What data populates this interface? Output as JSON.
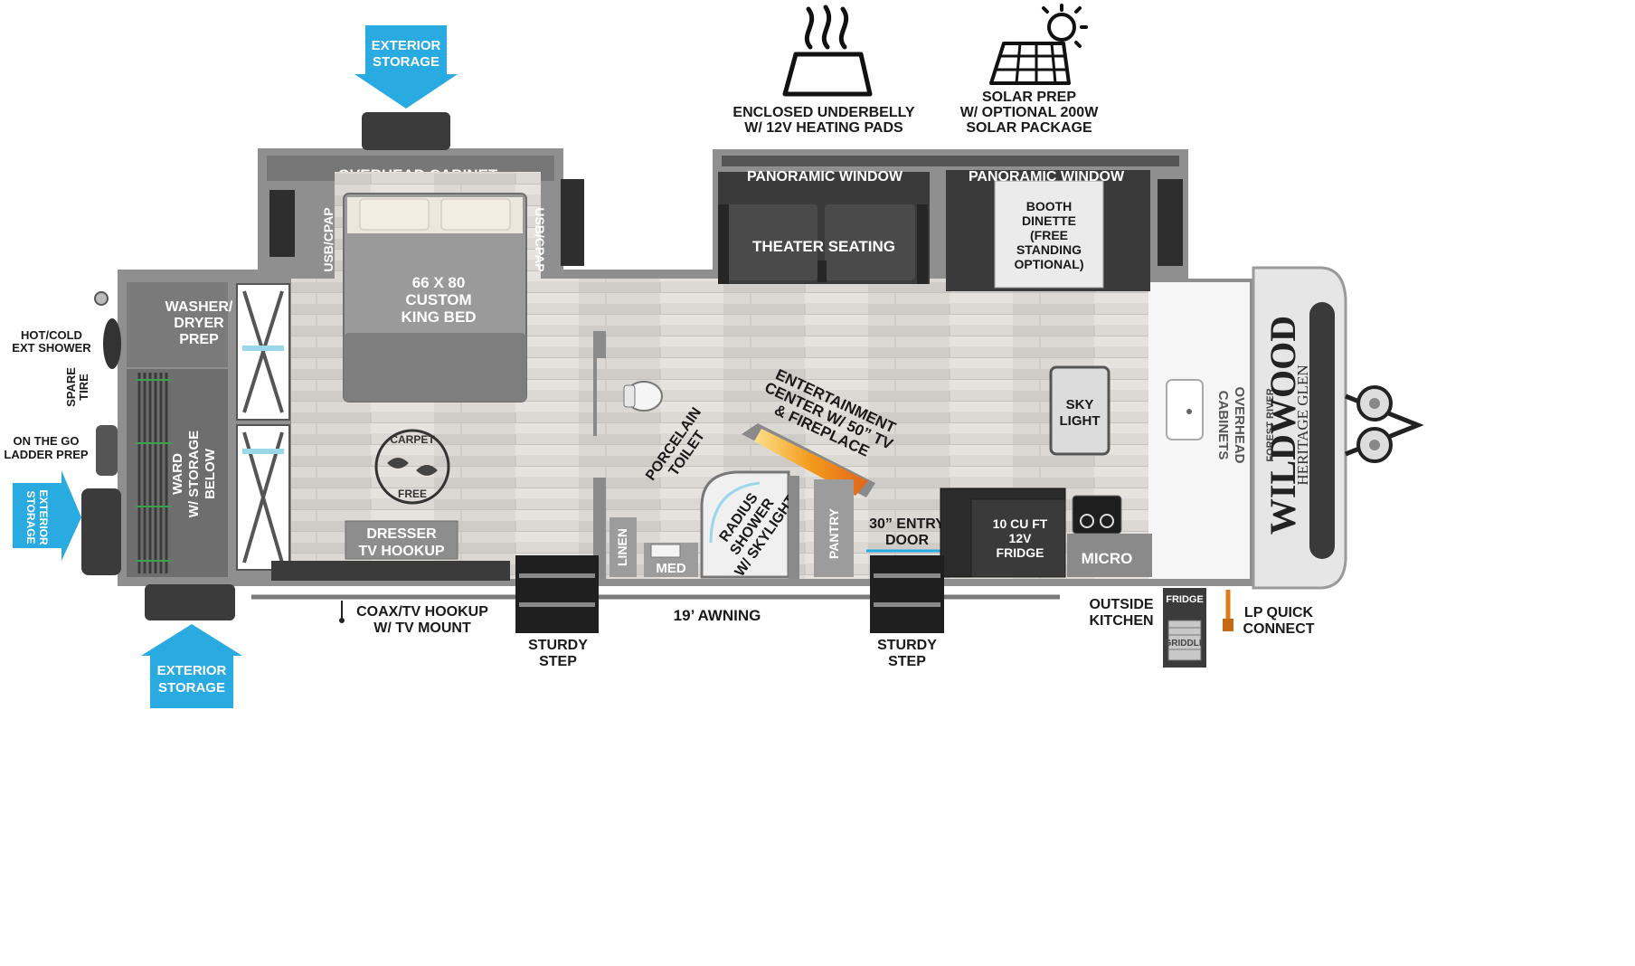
{
  "colors": {
    "accent_blue": "#29abe2",
    "wall_gray": "#8c8c8c",
    "dark_gray": "#3a3a3a",
    "floor": "#d9d6d2",
    "flame": "#f4a024"
  },
  "icons": [
    "heat-waves-icon",
    "solar-panel-icon",
    "sun-icon",
    "toilet-icon",
    "carpet-free-icon",
    "sink-icon",
    "stove-icon"
  ],
  "storage": {
    "top": [
      "EXTERIOR",
      "STORAGE"
    ],
    "left": [
      "EXTERIOR",
      "STORAGE"
    ],
    "bottom": [
      "EXTERIOR",
      "STORAGE"
    ]
  },
  "features": {
    "underbelly": [
      "ENCLOSED UNDERBELLY",
      "W/ 12V HEATING PADS"
    ],
    "solar": [
      "SOLAR PREP",
      "W/ OPTIONAL 200W",
      "SOLAR PACKAGE"
    ]
  },
  "rooms": {
    "overhead_cabinet": "OVERHEAD CABINET",
    "usb_cpap": "USB/CPAP",
    "bed": [
      "66 X  80",
      "CUSTOM",
      "KING BED"
    ],
    "washer": [
      "WASHER/",
      "DRYER",
      "PREP"
    ],
    "wardrobe": [
      "WARD",
      "W/ STORAGE",
      "BELOW"
    ],
    "carpet_free": [
      "CARPET",
      "FREE"
    ],
    "dresser": [
      "DRESSER",
      "TV HOOKUP"
    ],
    "panoramic_window": "PANORAMIC WINDOW",
    "theater_seating": "THEATER SEATING",
    "dinette": [
      "BOOTH",
      "DINETTE",
      "(FREE",
      "STANDING",
      "OPTIONAL)"
    ],
    "skylight": [
      "SKY",
      "LIGHT"
    ],
    "overhead_cabinets": [
      "OVERHEAD",
      "CABINETS"
    ],
    "toilet": [
      "PORCELAIN",
      "TOILET"
    ],
    "entertainment": [
      "ENTERTAINMENT",
      "CENTER W/ 50” TV",
      "& FIREPLACE"
    ],
    "shower": [
      "RADIUS",
      "SHOWER",
      "W/ SKYLIGHT"
    ],
    "linen": "LINEN",
    "med": "MED",
    "pantry": "PANTRY",
    "entry_door": [
      "30” ENTRY",
      "DOOR"
    ],
    "fridge": [
      "10 CU FT",
      "12V",
      "FRIDGE"
    ],
    "micro": "MICRO"
  },
  "exterior": {
    "hot_cold_shower": [
      "HOT/COLD",
      "EXT SHOWER"
    ],
    "spare_tire": [
      "SPARE",
      "TIRE"
    ],
    "ladder": [
      "ON THE GO",
      "LADDER PREP"
    ],
    "coax": [
      "COAX/TV HOOKUP",
      "W/ TV MOUNT"
    ],
    "awning": "19’ AWNING",
    "sturdy_step": [
      "STURDY",
      "STEP"
    ],
    "outside_kitchen": [
      "OUTSIDE",
      "KITCHEN"
    ],
    "outside_fridge": "FRIDGE",
    "griddle": "GRIDDLE",
    "lp": [
      "LP QUICK",
      "CONNECT"
    ]
  },
  "brand": {
    "small": "FOREST RIVER",
    "name": "WILDWOOD",
    "sub": "HERITAGE GLEN"
  }
}
